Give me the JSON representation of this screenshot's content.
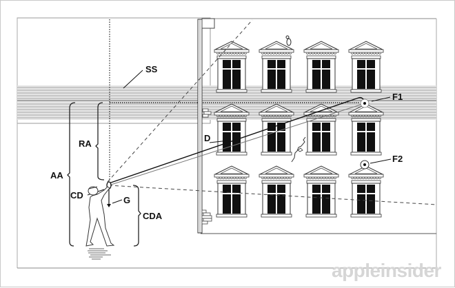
{
  "figure": {
    "labels": {
      "ss": "SS",
      "ra": "RA",
      "aa": "AA",
      "cd": "CD",
      "g": "G",
      "cda": "CDA",
      "d": "D",
      "f1": "F1",
      "f2": "F2"
    },
    "watermark": "appleinsider"
  }
}
